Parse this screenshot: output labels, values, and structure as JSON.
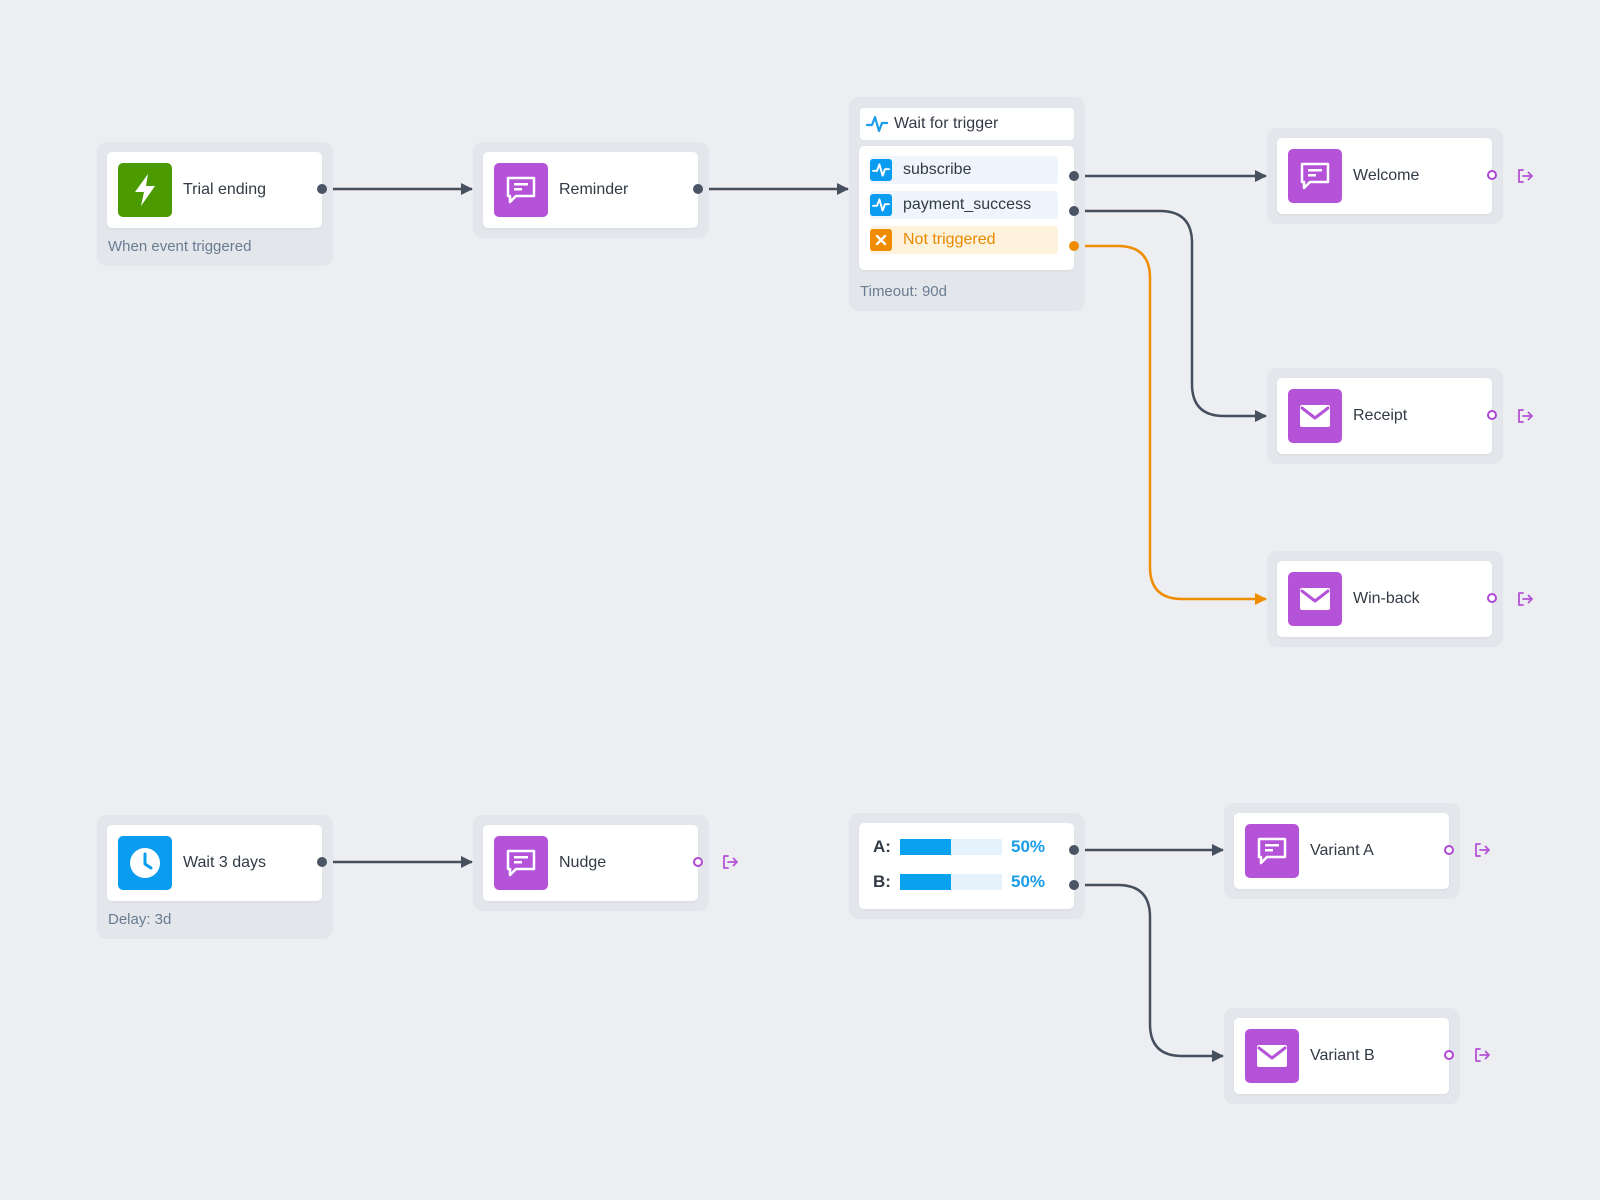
{
  "colors": {
    "canvas": "#eceef1",
    "node_frame": "#e3e6ea",
    "trigger_green": "#4a9a00",
    "message_purple": "#b452d8",
    "delay_blue": "#0a9cf0",
    "wire_dark": "#464f5e",
    "wire_orange": "#f08c00",
    "not_triggered_bg": "#fff2dc",
    "event_row_bg": "#eef5fd"
  },
  "nodes": {
    "trial_ending": {
      "label": "Trial ending",
      "caption": "When event triggered",
      "icon": "lightning-icon"
    },
    "reminder": {
      "label": "Reminder",
      "icon": "chat-message-icon"
    },
    "wait_for_trigger": {
      "title": "Wait for trigger",
      "title_icon": "pulse-icon",
      "events": [
        {
          "label": "subscribe",
          "icon": "pulse-icon"
        },
        {
          "label": "payment_success",
          "icon": "pulse-icon"
        }
      ],
      "fallback": {
        "label": "Not triggered",
        "icon": "close-icon"
      },
      "caption": "Timeout: 90d"
    },
    "welcome": {
      "label": "Welcome",
      "icon": "chat-message-icon"
    },
    "receipt": {
      "label": "Receipt",
      "icon": "mail-icon"
    },
    "win_back": {
      "label": "Win-back",
      "icon": "mail-icon"
    },
    "wait_3_days": {
      "label": "Wait 3 days",
      "caption": "Delay: 3d",
      "icon": "clock-icon"
    },
    "nudge": {
      "label": "Nudge",
      "icon": "chat-message-icon"
    },
    "ab_split": {
      "branches": [
        {
          "label": "A:",
          "percent_text": "50%",
          "share": 0.5
        },
        {
          "label": "B:",
          "percent_text": "50%",
          "share": 0.5
        }
      ]
    },
    "variant_a": {
      "label": "Variant A",
      "icon": "chat-message-icon"
    },
    "variant_b": {
      "label": "Variant B",
      "icon": "mail-icon"
    }
  }
}
